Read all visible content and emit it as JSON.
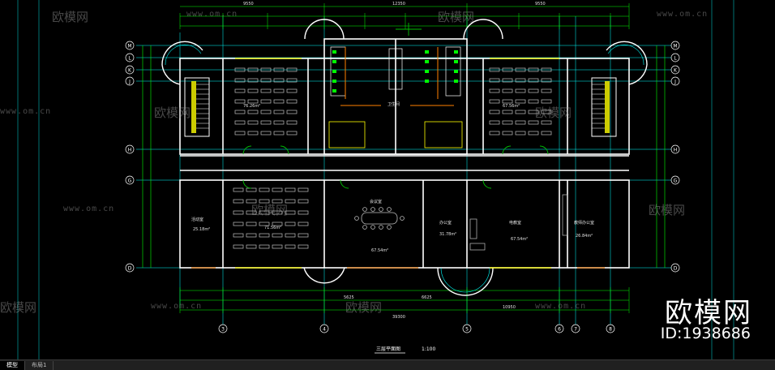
{
  "drawing": {
    "title": "三层平面图",
    "scale": "1:100",
    "axes_letters": [
      "M",
      "L",
      "K",
      "J",
      "H",
      "G",
      "D"
    ],
    "axes_numbers": [
      "3",
      "4",
      "5",
      "6",
      "7",
      "8"
    ],
    "rooms": {
      "left_top_area": "76.26m²",
      "right_top_area": "67.56m²",
      "left_bottom_room": "活动室",
      "left_bottom_area": "25.18m²",
      "mid_left_area": "71.56m²",
      "meeting_room": "会议室",
      "meeting_area": "67.54m²",
      "mid_right_room": "办公室",
      "mid_right_area": "31.78m²",
      "right_mid_room": "电教室",
      "right_mid_area": "67.54m²",
      "right_bottom_room": "教师办公室",
      "right_bottom_area": "26.84m²",
      "toilet_label": "卫生间"
    },
    "dimensions": {
      "top_total": "12350",
      "bottom_total": "39300",
      "left_segment": "9550",
      "right_segment": "9550",
      "mid_left_segment": "5625",
      "mid_right_segment": "6625",
      "bottom_right_segment": "10950"
    }
  },
  "watermark": {
    "brand": "欧模网",
    "id_text": "ID:1938686",
    "url": "www.om.cn"
  },
  "tabs": [
    {
      "label": "模型"
    },
    {
      "label": "布局1"
    }
  ],
  "colors": {
    "wall": "#ffffff",
    "axis": "#00ffff",
    "dimension": "#00ff00",
    "furniture": "#c0c0c0",
    "accent_yellow": "#ffff00",
    "accent_orange": "#ff8000",
    "green_door": "#00c000"
  }
}
